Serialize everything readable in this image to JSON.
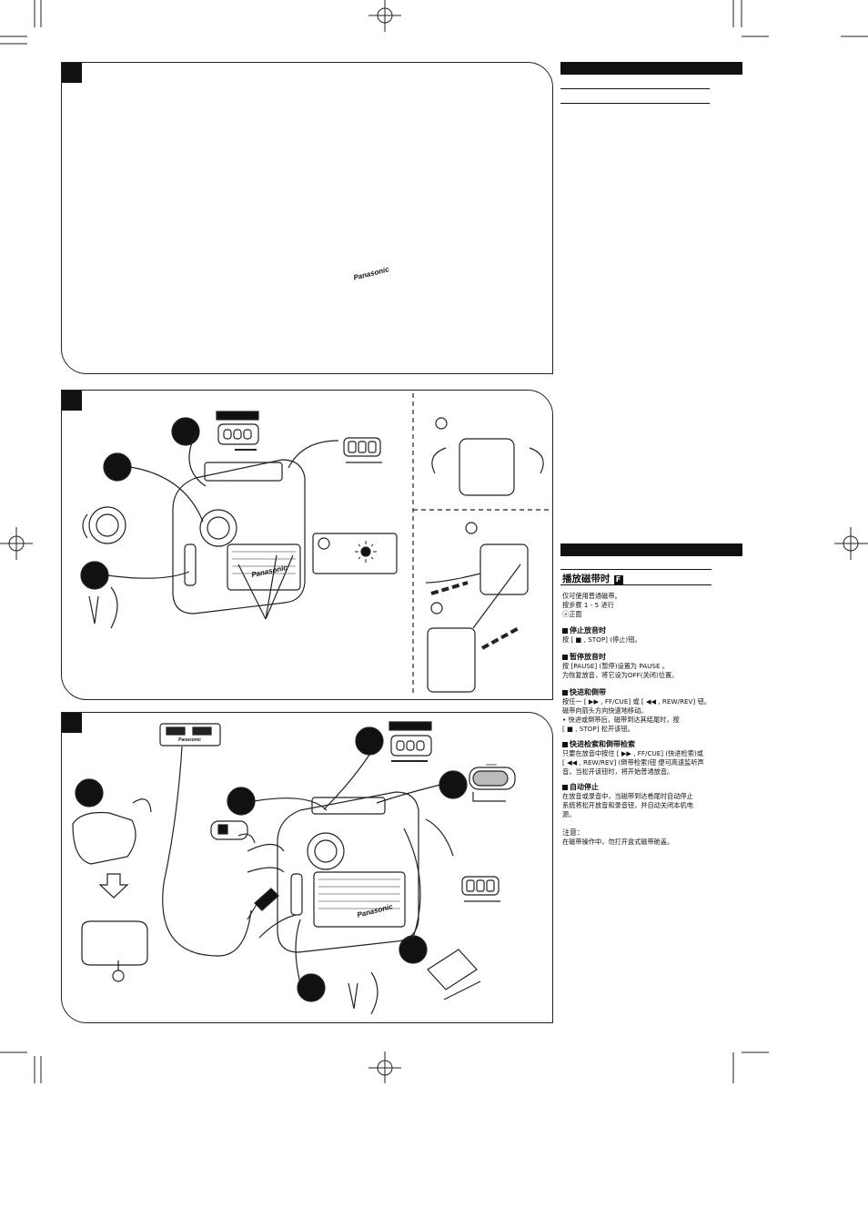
{
  "brand_label": "Panasonic",
  "speaker_label": "Panasonic",
  "sidebar": {
    "title": "播放磁带时",
    "title_flag": "F",
    "intro": [
      "仅可使用普通磁带。",
      "按步骤 1 - 5 进行",
      "ⓐ正面"
    ],
    "sections": [
      {
        "heading": "停止放音时",
        "lines": [
          "按 [ ■ , STOP] (停止)钮。"
        ]
      },
      {
        "heading": "暂停放音时",
        "lines": [
          "按 [PAUSE] (暂停)设置为  PAUSE 。",
          "为恢复放音，将它设为OFF(关闭)位置。"
        ]
      },
      {
        "heading": "快进和倒带",
        "lines": [
          "按任一 [ ▶▶ , FF/CUE] 或 [ ◀◀ , REW/REV] 钮。",
          "磁带向箭头方向快速地移动。",
          "• 快进或倒带后，磁带到达其结尾时，按",
          "  [ ■ , STOP] 松开该钮。"
        ]
      },
      {
        "heading": "快进检索和倒带检索",
        "lines": [
          "只要在放音中按住 [ ▶▶ , FF/CUE] (快进检索)或",
          "[ ◀◀ , REW/REV] (倒带检索)钮    便可高速监听声",
          "音。当松开该钮时，将开始普通放音。"
        ]
      },
      {
        "heading": "自动停止",
        "lines": [
          "在放音或录音中，当磁带到达卷尾时自动停止",
          "系统将松开放音和录音钮，并自动关闭本机电",
          "源。"
        ]
      }
    ],
    "caution_heading": "注意：",
    "caution_line": "在磁带操作中，勿打开盒式磁带舱盖。"
  }
}
